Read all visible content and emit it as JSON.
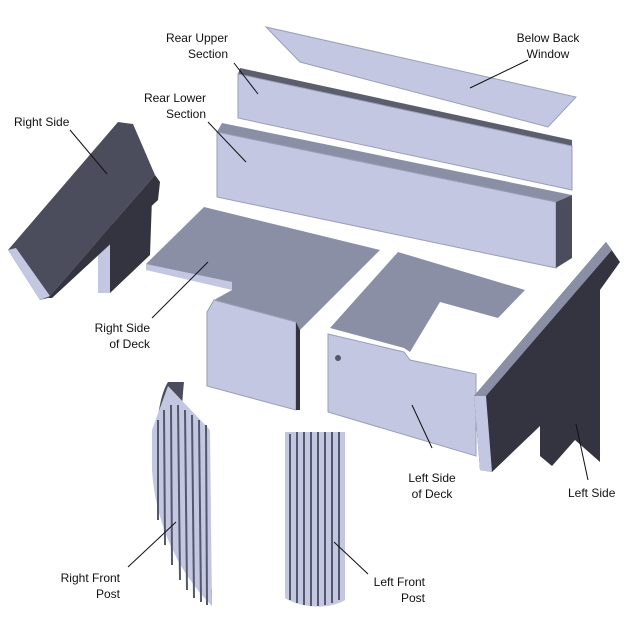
{
  "labels": {
    "rear_upper": [
      "Rear Upper",
      "Section"
    ],
    "below_back_window": [
      "Below Back",
      "Window"
    ],
    "right_side": "Right Side",
    "rear_lower": [
      "Rear Lower",
      "Section"
    ],
    "right_side_deck": [
      "Right Side",
      "of Deck"
    ],
    "left_side_deck": [
      "Left Side",
      "of Deck"
    ],
    "left_side": "Left Side",
    "right_front_post": [
      "Right Front",
      "Post"
    ],
    "left_front_post": [
      "Left Front",
      "Post"
    ]
  },
  "colors": {
    "light": "#c3c7e2",
    "mid": "#8b8fa6",
    "dark": "#4b4d5c",
    "darker": "#33343f"
  }
}
